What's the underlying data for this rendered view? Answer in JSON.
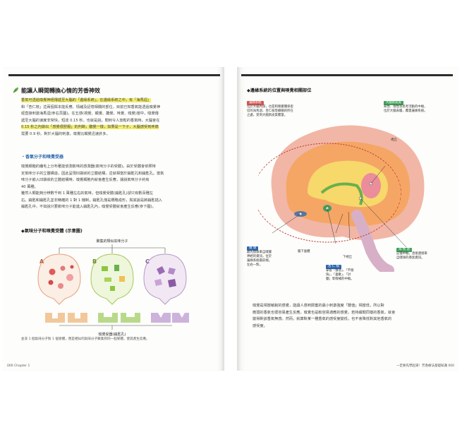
{
  "left": {
    "section_title": "能讓人瞬間轉換心情的芳香神效",
    "paragraph1_lines": [
      "香氣可透過嗅覺神經傳遞至大腦的「邊緣系統」。在邊緣系統之中，有「海馬迴」",
      "和「杏仁核」這兩個與本能反應、情緒及記憶相關的部位，目前已知香氣能透過嗅覺神",
      "經直接刺激海馬迴(參右頁圖)。在五感(視覺、觸覺、聽覺、味覺、嗅覺)當中，嗅覺傳",
      "遞至大腦的速度非常快，短達 0.15 秒。也就是說，聞到令人放鬆的香氣時，大腦會在",
      "0.15 秒之內做出「感覺很舒服」的判斷，聽覺一樣，如果是一下子，大腦感受到疼痛",
      "需要 0.9 秒。對於大腦的刺激，嗅覺比觸覺迅速許多。"
    ],
    "subheading": "・香氣分子和嗅覺受器",
    "paragraph2_lines": [
      "嗅覺細胞的纖毛上分布著能偵測氣味的感測器(氣味分子的受體)。由於受體會依照特",
      "定氣味分子的立體構造，因此呈現凹袋狀的立體結構，這就相當於鑰匙孔和鑰匙孔。當氣",
      "味分子嵌入凹袋狀的立體結構時，嗅覺細胞內就會產生反應，據說氣味分子約有",
      "40 萬種。",
      "雖然人類能夠分辨數千到 1 萬種左右的氣味，但嗅覺受體(鑰匙孔)卻只有數百種左",
      "右。鑰匙和鑰匙孔並非精確的 1 對 1 機制，鑰匙孔僅是概略成形，與其說是將鑰匙插入",
      "鑰匙孔中，不如說只要氣味分子能進入鑰匙孔內，嗅覺受體就會產生反應(參下圖)。"
    ],
    "figure_title": "◆氣味分子和嗅覺受體 (示意圖)",
    "figure_top_label": "聚集的類似氣味分子",
    "figure_groups": [
      "A",
      "B",
      "C"
    ],
    "figure_bottom_label": "嗅覺受器(鑰匙孔)",
    "figure_caption": "並非 1 個氣味分子對 1 個受體，而是相似的氣味分子聚集到同一個受體，使其產生反應。",
    "footer": "000 Chapter 1"
  },
  "right": {
    "figure_title": "◆邊緣系統的位置與嗅覺相關部位",
    "limbic_tag": "邊緣系統",
    "limbic_text": [
      "位於大腦內部，也是和嗅覺關係密",
      "切的海馬迴、杏仁核等總稱的所在",
      "之處，受到大腦新皮質覆蓋。"
    ],
    "cortex_tag": "大腦新皮質",
    "cortex_text": [
      "知性、理性等思考活動的中樞，",
      "位於大腦表層，覆蓋邊緣系統。"
    ],
    "thalamus_label": "視丘",
    "hypothalamus_label": "下視丘",
    "pituitary_label": "腦下垂體",
    "olfactory_tag": "嗅 球",
    "olfactory_text": [
      "最先接收來自嗅覺",
      "神經的資訊，位於",
      "邊緣系統最前端，",
      "左右一對。"
    ],
    "amygdala_tag": "杏 仁 核",
    "amygdala_text": [
      "掌管「憤怒」、「不愉",
      "快」、「喜歡」、「討",
      "厭」等情緒的中樞。"
    ],
    "hippocampus_tag": "海 馬 迴",
    "hippocampus_text": [
      "記憶中樞，直接連接來",
      "自嗅球的香氣資訊。"
    ],
    "paragraph_lines": [
      "嗅覺是相當敏銳的感覺，能讓人感到興奮的最小刺激強度「閾值」相當低，所以對",
      "微弱的香氣也很容易產生反應。嗅覺也是較容易適應的感覺，若持續聞同樣的香氣，就會",
      "變得對該香氣無感。然而，就算對某一種香氣的感受度變低，也不會降低對其他香氣的",
      "感受度。"
    ],
    "footer": "一定要先學起來！芳香療法基礎知識 000"
  },
  "colors": {
    "brain_pink": "#f2b6a6",
    "brain_orange": "#f7a04a",
    "limbic_yellow": "#f6d86b",
    "green_tag": "#3fa15a",
    "blue_tag": "#2e6ab0",
    "highlight": "#f3ef6c"
  }
}
